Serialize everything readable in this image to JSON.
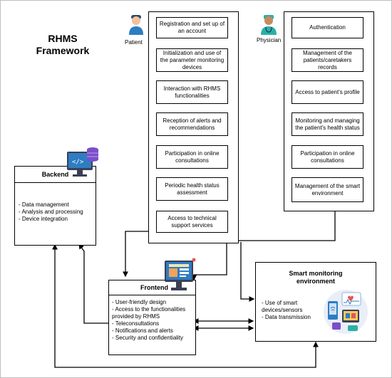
{
  "title_line1": "RHMS",
  "title_line2": "Framework",
  "patient": {
    "label": "Patient",
    "steps": [
      "Registration and set up of an account",
      "Initialization and use of the parameter monitoring devices",
      "Interaction with RHMS functionalities",
      "Reception of alerts and recommendations",
      "Participation in online consultations",
      "Periodic health status assessment",
      "Access to technical support services"
    ]
  },
  "physician": {
    "label": "Physician",
    "steps": [
      "Authentication",
      "Management of the patients/caretakers records",
      "Access to patient's profile",
      "Monitoring and managing the patient's health status",
      "Participation in online consultations",
      "Management of the smart environment"
    ]
  },
  "backend": {
    "title": "Backend",
    "items": [
      "- Data management",
      "- Analysis and processing",
      "- Device integration"
    ]
  },
  "frontend": {
    "title": "Frontend",
    "items": [
      "- User-friendly design",
      "- Access to the functionalities",
      "provided by RHMS",
      "- Teleconsultations",
      "- Notifications and alerts",
      "- Security and confidentiality"
    ]
  },
  "smart": {
    "title_line1": "Smart monitoring",
    "title_line2": "environment",
    "items": [
      "- Use of smart",
      "devices/sensors",
      "- Data transmission"
    ]
  },
  "colors": {
    "line": "#000000",
    "icon_blue": "#2e7dc2",
    "icon_purple": "#7b4fc9",
    "skin": "#f2c29b"
  }
}
